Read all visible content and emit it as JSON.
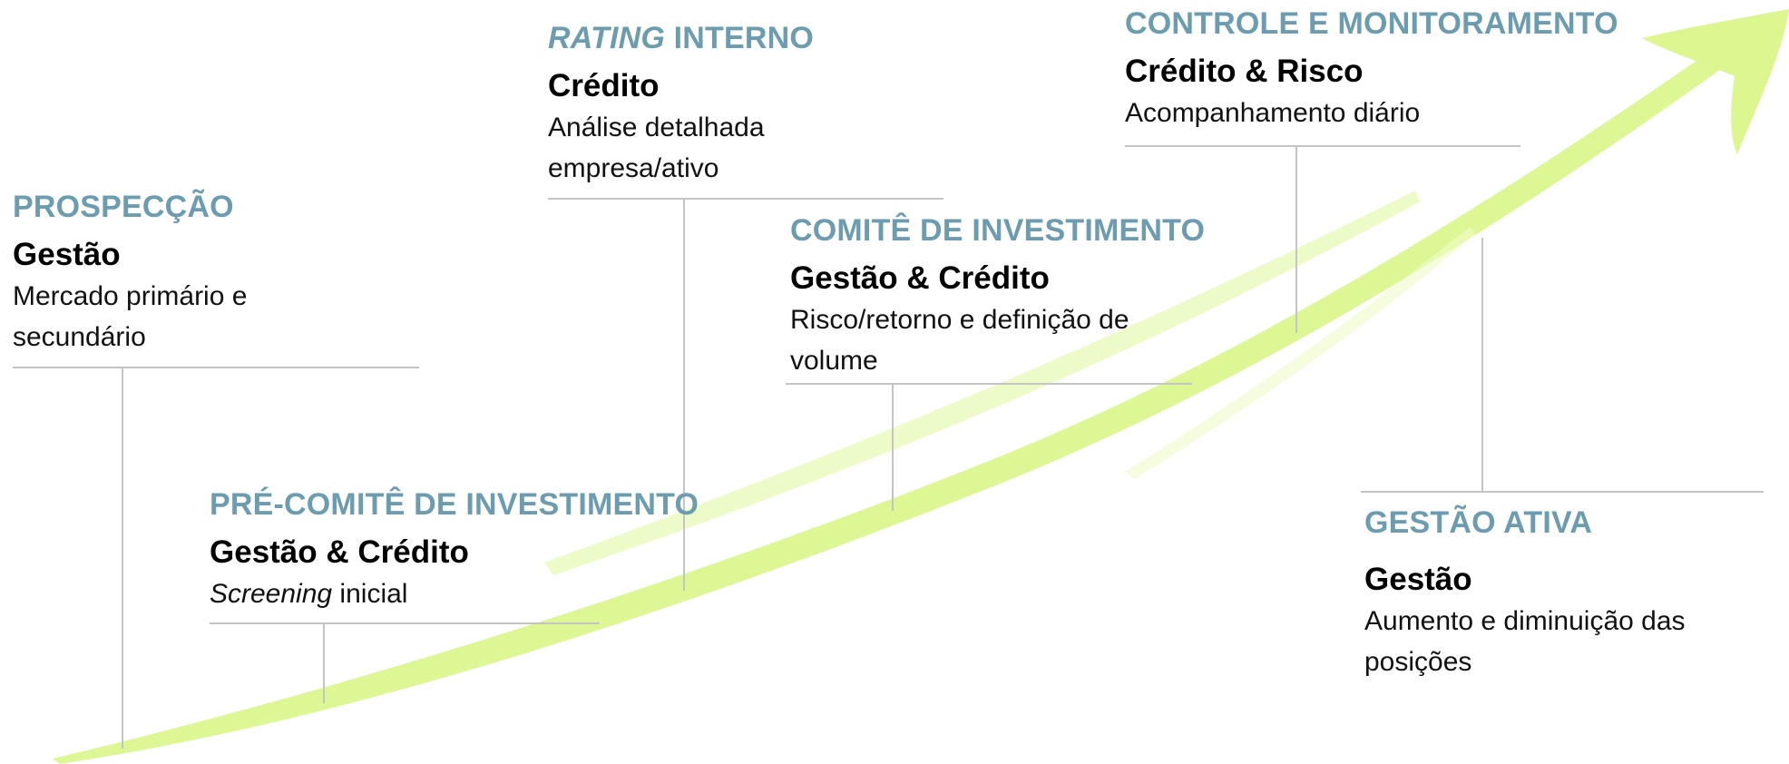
{
  "colors": {
    "heading": "#6c9cb0",
    "owner": "#000000",
    "arrow": "#dcf78f",
    "connector": "#c4c4c4"
  },
  "stages": [
    {
      "id": "prospeccao",
      "heading": "PROSPECÇÃO",
      "owner": "Gestão",
      "description": "Mercado primário e secundário"
    },
    {
      "id": "pre-comite",
      "heading": "PRÉ-COMITÊ DE INVESTIMENTO",
      "owner": "Gestão & Crédito",
      "description_emphasis": "Screening",
      "description_rest": " inicial"
    },
    {
      "id": "rating-interno",
      "heading_emphasis": "RATING",
      "heading_rest": " INTERNO",
      "owner": "Crédito",
      "description": "Análise detalhada empresa/ativo"
    },
    {
      "id": "comite",
      "heading": "COMITÊ DE INVESTIMENTO",
      "owner": "Gestão & Crédito",
      "description": "Risco/retorno e definição de volume"
    },
    {
      "id": "controle",
      "heading": "CONTROLE E MONITORAMENTO",
      "owner": "Crédito & Risco",
      "description": "Acompanhamento diário"
    },
    {
      "id": "gestao-ativa",
      "heading": "GESTÃO ATIVA",
      "owner": "Gestão",
      "description": "Aumento e diminuição das posições"
    }
  ]
}
